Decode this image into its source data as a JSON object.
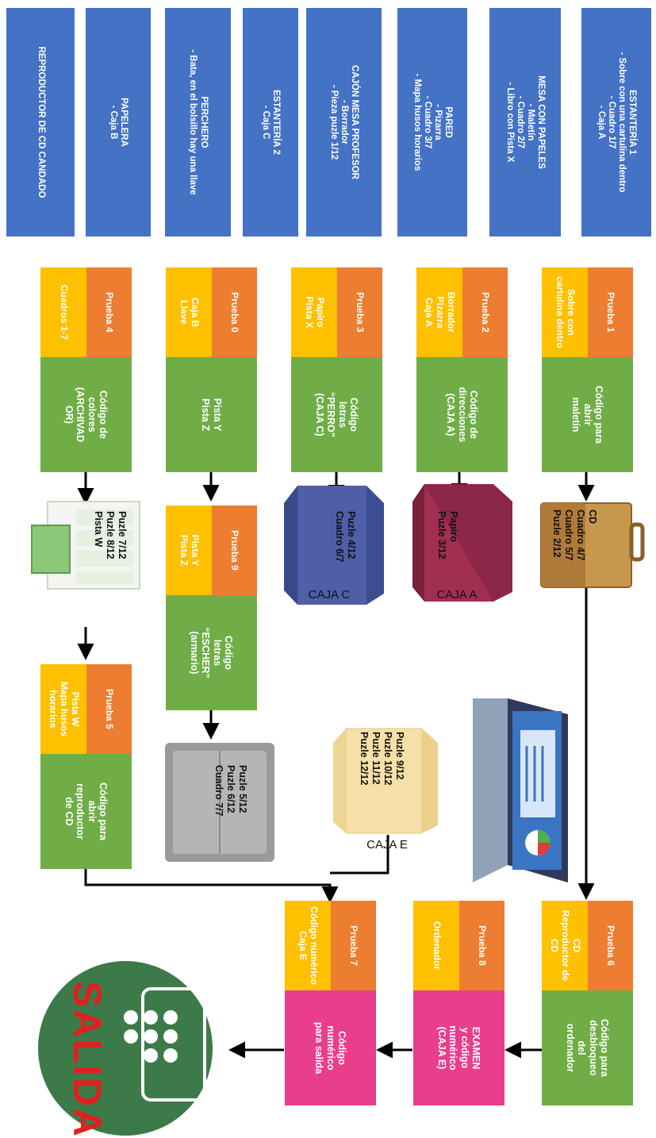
{
  "colors": {
    "location_box": "#4472c4",
    "test_label": "#ed7d31",
    "test_items": "#ffc000",
    "test_code": "#70ad47",
    "final_code": "#e83e8c",
    "exit_circle": "#3d7a49",
    "exit_text": "#e02020"
  },
  "locations": [
    {
      "text": "ESTANTERÍA 1\n-  Sobre con una cartulina dentro\n-  Cuadro 1/7\n-  Caja A"
    },
    {
      "text": "MESA CON PAPELES\n-  Maletín\n-  Cuadro 2/7\n-  Libro con Pista X"
    },
    {
      "text": "PARED\n- Pizarra\n- Cuadro 3/7\n- Mapa husos horarios"
    },
    {
      "text": "CAJÓN MESA PROFESOR\n-  Borrador\n-  Pieza puzle 1/12"
    },
    {
      "text": "ESTANTERÍA 2\n-  Caja C"
    },
    {
      "text": "PERCHERO\n- Bata, en el bolsillo hay una llave"
    },
    {
      "text": "PAPELERA\n- Caja B"
    },
    {
      "text": "REPRODUCTOR DE CD CANDADO"
    }
  ],
  "tests": [
    {
      "label": "Prueba 1",
      "items": "Sobre con\ncartulina dentro",
      "code": "Código para\nabrir\nmaletín"
    },
    {
      "label": "Prueba 2",
      "items": "Borrador\nPizarra\nCaja A",
      "code": "Código de\ndirecciones\n(CAJA A)"
    },
    {
      "label": "Prueba 3",
      "items": "Papiro\nPista X",
      "code": "Código\nletras\n“PERRO”\n(CAJA C)"
    },
    {
      "label": "Prueba 0",
      "items": "Caja B\nLlave",
      "code": "Pista Y\nPista Z"
    },
    {
      "label": "Prueba 4",
      "items": "Cuadros 1-7",
      "code": "Código de\ncolores\n(ARCHIVAD\nOR)"
    },
    {
      "label": "Prueba 9",
      "items": "Pista Y\nPista Z",
      "code": "Código\nletras\n“ESCHER”\n(armario)"
    },
    {
      "label": "Prueba 5",
      "items": "Pista W\nMapa husos\nhorarios",
      "code": "Código para\nabrir\nreproductor\nde CD"
    },
    {
      "label": "Prueba 6",
      "items": "CD\nReproductor de\nCD",
      "code": "Código para\ndesbloqueo\ndel\nordenador"
    },
    {
      "label": "Prueba 8",
      "items": "Ordenador",
      "code": "EXAMEN\ny código\nnumérico\n(CAJA E)"
    },
    {
      "label": "Prueba 7",
      "items": "Código numérico\nCaja E",
      "code": "Código\nnumérico\npara salida"
    }
  ],
  "containers": {
    "briefcase": {
      "contents": "CD\nCuadro 4/7\nCuadro 5/7\nPuzle 2/12"
    },
    "caja_a": {
      "caption": "CAJA A",
      "contents": "Papiro\nPuzle 3/12"
    },
    "caja_c": {
      "caption": "CAJA C",
      "contents": "Puzle 4/12\nCuadro 6/7"
    },
    "archivador": {
      "contents": "Puzle 7/12\nPuzle 8/12\nPista W"
    },
    "armario": {
      "contents": "Puzle 5/12\nPuzle 6/12\nCuadro 7/7"
    },
    "caja_e": {
      "caption": "CAJA E",
      "contents": "Puzle 9/12\nPuzle 10/12\nPuzle 11/12\nPuzle 12/12"
    }
  },
  "exit": {
    "text": "SALIDA"
  }
}
